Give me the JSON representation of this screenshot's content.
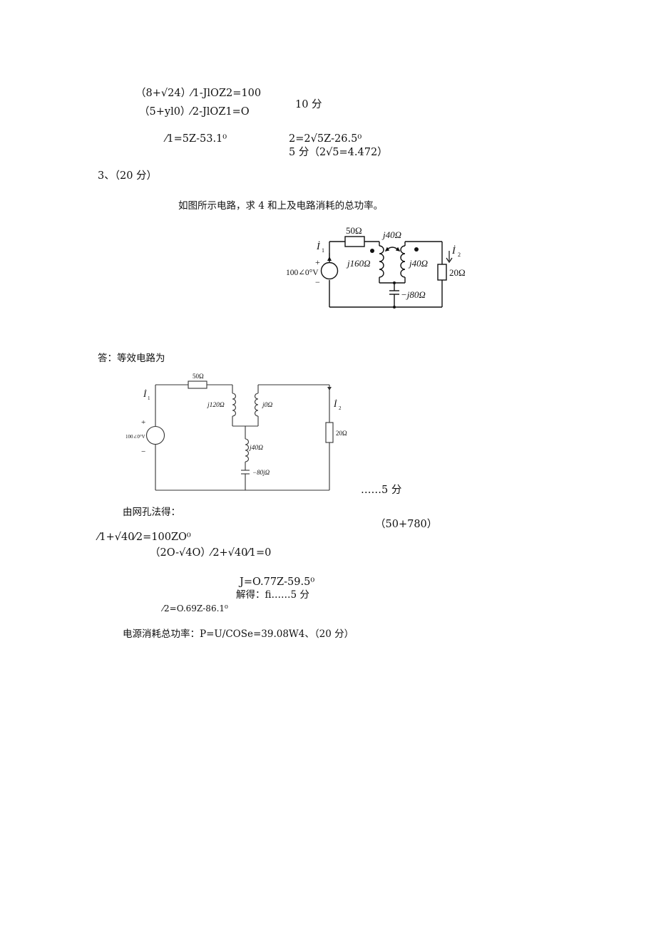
{
  "top": {
    "eq1": "（8+√24）⁄1-JlOZ2=100",
    "eq2": "（5+yl0）⁄2-JlOZ1=O",
    "score1": "10 分",
    "i1_result": "⁄1=5Z-53.1⁰",
    "i2_result": "2=2√5Z-26.5⁰",
    "score2": "5 分（2√5=4.472）"
  },
  "q3": {
    "number": "3、（20 分）",
    "prompt": "如图所示电路，求 4 和上及电路消耗的总功率。"
  },
  "circuit1": {
    "r1": "50Ω",
    "m": "j40Ω",
    "l1": "j160Ω",
    "l2": "j40Ω",
    "r2": "20Ω",
    "c": "−j80Ω",
    "source": "100∠0°V",
    "i1": "İ",
    "i1_sub": "1",
    "i2": "İ",
    "i2_sub": "2",
    "plus": "+",
    "minus": "−"
  },
  "answer": {
    "intro": "答：等效电路为",
    "score": "……5 分"
  },
  "circuit2": {
    "r1": "50Ω",
    "la": "j120Ω",
    "lb": "j0Ω",
    "lc": "j40Ω",
    "c": "−80jΩ",
    "r2": "20Ω",
    "source": "100∠0°V",
    "i1": "İ",
    "i1_sub": "1",
    "i2": "İ",
    "i2_sub": "2",
    "plus": "+",
    "minus": "−"
  },
  "mesh": {
    "intro": "由网孔法得：",
    "side": "（50+780）",
    "eq1": "⁄1+√40⁄2=100ZO⁰",
    "eq2": "（2O-√4O）⁄2+√40⁄1=0",
    "j_result": "J=O.77Z-59.5⁰",
    "solve": "解得：fi……5 分",
    "i2_result": "⁄2=O.69Z-86.1⁰",
    "power": "电源消耗总功率：P=U/COSe=39.08W4、（20 分）"
  }
}
